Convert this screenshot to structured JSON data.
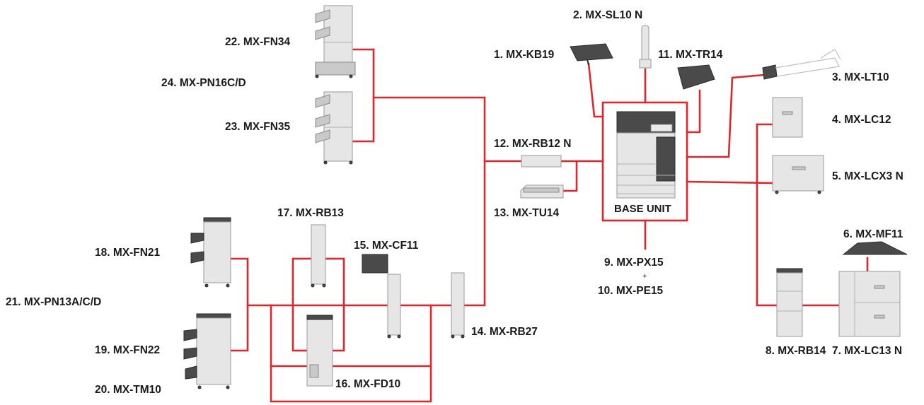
{
  "diagram": {
    "accent_color": "#e0262b",
    "base_unit": {
      "label": "BASE UNIT"
    },
    "plus_sign": "+",
    "labels": {
      "kb19": "1. MX-KB19",
      "sl10n": "2. MX-SL10 N",
      "lt10": "3. MX-LT10",
      "lc12": "4. MX-LC12",
      "lcx3n": "5. MX-LCX3 N",
      "mf11": "6. MX-MF11",
      "lc13n": "7. MX-LC13 N",
      "rb14": "8. MX-RB14",
      "px15": "9. MX-PX15",
      "pe15": "10. MX-PE15",
      "tr14": "11. MX-TR14",
      "rb12n": "12. MX-RB12 N",
      "tu14": "13. MX-TU14",
      "rb27": "14. MX-RB27",
      "cf11": "15. MX-CF11",
      "fd10": "16. MX-FD10",
      "rb13": "17. MX-RB13",
      "fn21": "18. MX-FN21",
      "fn22": "19. MX-FN22",
      "tm10": "20. MX-TM10",
      "pn13": "21. MX-PN13A/C/D",
      "fn34": "22. MX-FN34",
      "fn35": "23. MX-FN35",
      "pn16": "24. MX-PN16C/D"
    }
  }
}
